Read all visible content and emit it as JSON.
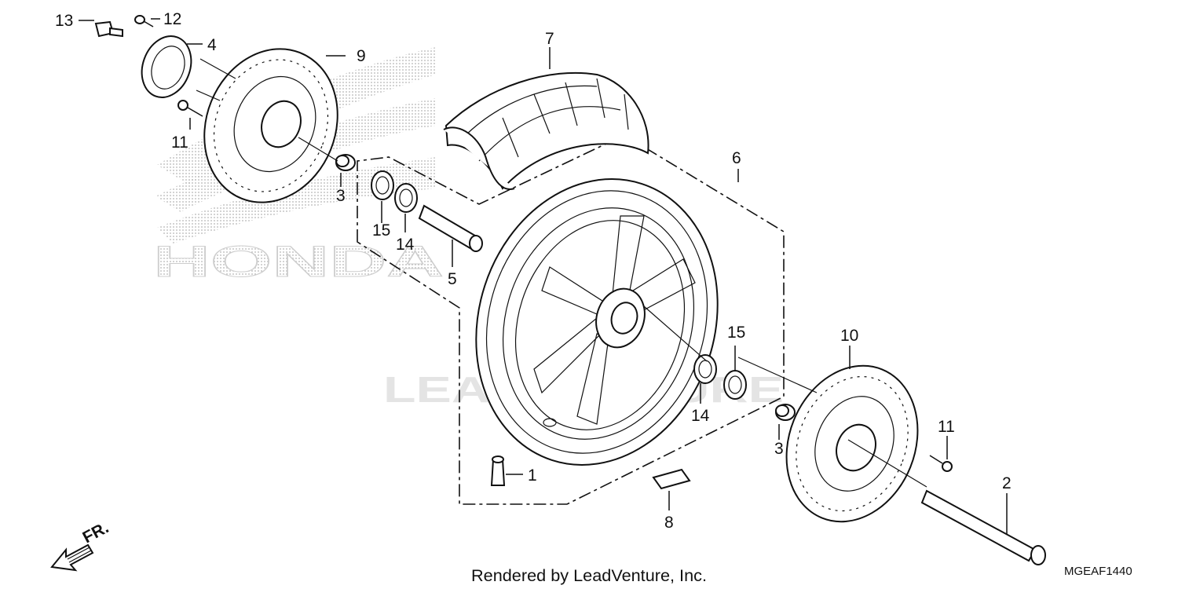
{
  "callouts": {
    "c1": "1",
    "c2": "2",
    "c3a": "3",
    "c3b": "3",
    "c4": "4",
    "c5": "5",
    "c6": "6",
    "c7": "7",
    "c8": "8",
    "c9": "9",
    "c10": "10",
    "c11a": "11",
    "c11b": "11",
    "c12": "12",
    "c13": "13",
    "c14a": "14",
    "c14b": "14",
    "c15a": "15",
    "c15b": "15"
  },
  "watermark": {
    "brand": "HONDA",
    "dealer": "LEADVENTURE"
  },
  "footer": {
    "rendered_by": "Rendered by LeadVenture, Inc.",
    "diagram_code": "MGEAF1440"
  },
  "direction_label": "FR.",
  "icons": [
    "front-direction-arrow-icon"
  ]
}
